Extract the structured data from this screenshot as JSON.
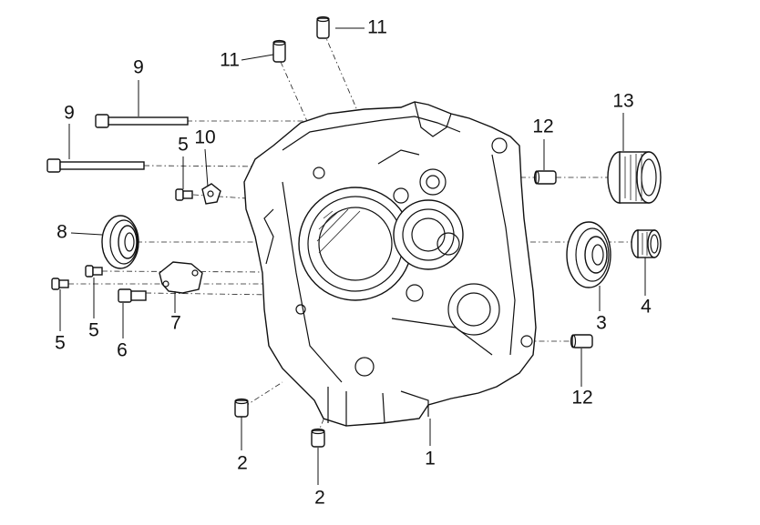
{
  "diagram": {
    "callouts": [
      {
        "id": "c-11a",
        "label": "11"
      },
      {
        "id": "c-11b",
        "label": "11"
      },
      {
        "id": "c-9a",
        "label": "9"
      },
      {
        "id": "c-9b",
        "label": "9"
      },
      {
        "id": "c-5a",
        "label": "5"
      },
      {
        "id": "c-10",
        "label": "10"
      },
      {
        "id": "c-8",
        "label": "8"
      },
      {
        "id": "c-5b",
        "label": "5"
      },
      {
        "id": "c-5c",
        "label": "5"
      },
      {
        "id": "c-6",
        "label": "6"
      },
      {
        "id": "c-7",
        "label": "7"
      },
      {
        "id": "c-12a",
        "label": "12"
      },
      {
        "id": "c-13",
        "label": "13"
      },
      {
        "id": "c-3",
        "label": "3"
      },
      {
        "id": "c-4",
        "label": "4"
      },
      {
        "id": "c-12b",
        "label": "12"
      },
      {
        "id": "c-1",
        "label": "1"
      },
      {
        "id": "c-2a",
        "label": "2"
      },
      {
        "id": "c-2b",
        "label": "2"
      }
    ]
  }
}
